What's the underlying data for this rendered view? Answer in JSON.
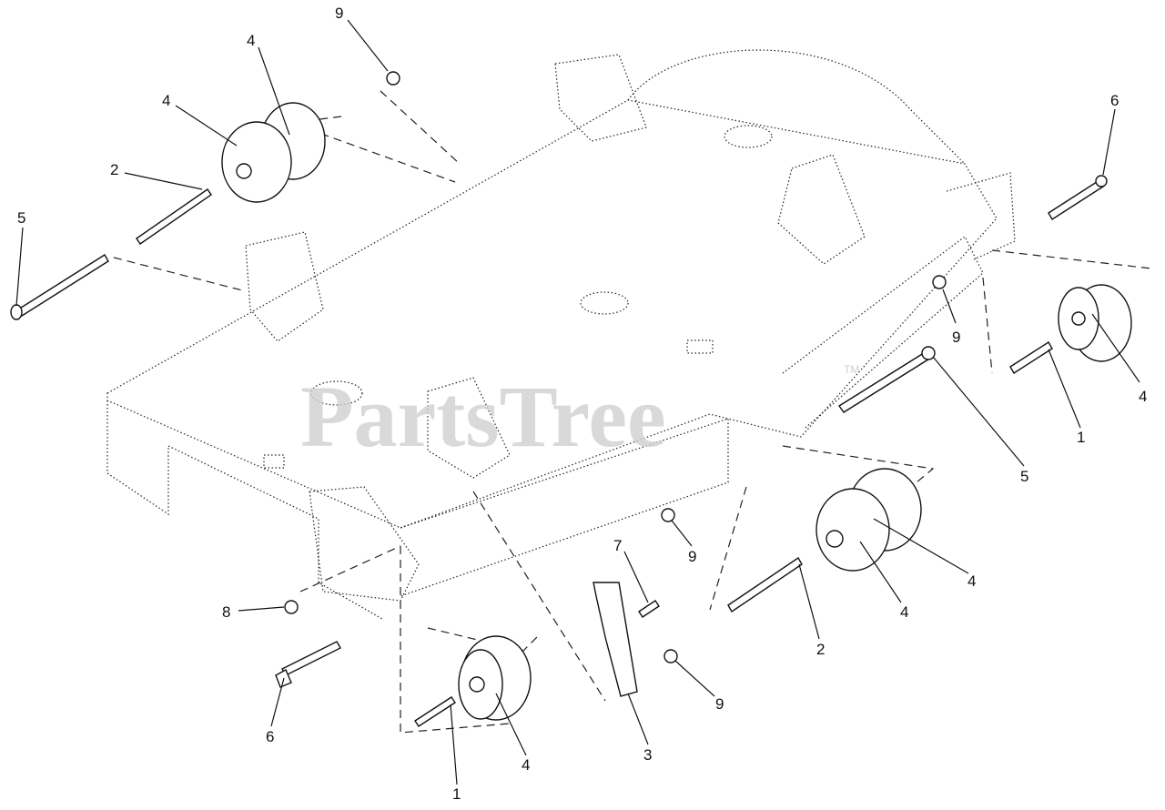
{
  "watermark": {
    "text": "PartsTree",
    "mark": "TM"
  },
  "callouts": {
    "c9_top": "9",
    "c4_top": "4",
    "c4_left": "4",
    "c2_left": "2",
    "c5_left": "5",
    "c6_right": "6",
    "c9_right": "9",
    "c4_right": "4",
    "c1_right": "1",
    "c5_right": "5",
    "c9_mid": "9",
    "c7": "7",
    "c4_mid_a": "4",
    "c4_mid_b": "4",
    "c2_mid": "2",
    "c8": "8",
    "c6_left": "6",
    "c9_low": "9",
    "c3": "3",
    "c4_bottom": "4",
    "c1_bottom": "1"
  }
}
